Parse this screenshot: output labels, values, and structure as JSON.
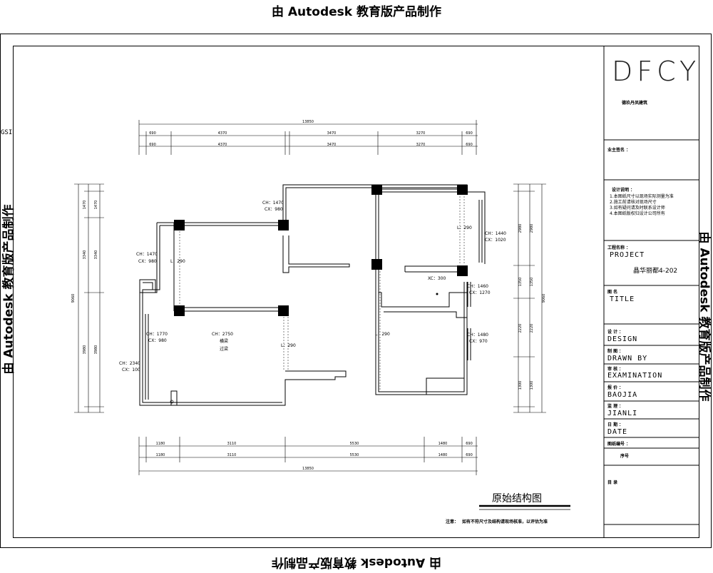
{
  "watermark": "由 Autodesk 教育版产品制作",
  "side_mark": "GSI",
  "title_block": {
    "logo": "DFCY",
    "company": "德玖丹凤建筑",
    "client_label": "业主签名 ：",
    "notes_label": "设计说明 ：",
    "notes_lines": [
      "1.本图纸尺寸以现场实际测量为准",
      "2.施工前请核对现场尺寸",
      "3.如有疑问请及时联系设计师",
      "4.本图纸版权归设计公司所有"
    ],
    "project_cn": "工程名称 ：",
    "project_en": "PROJECT",
    "project_value": "晶华丽都4-202",
    "title_cn": "图 名",
    "title_en": "TITLE",
    "design_cn": "设 计 ：",
    "design_en": "DESIGN",
    "drawn_cn": "制 图 ：",
    "drawn_en": "DRAWN BY",
    "exam_cn": "审 核 ：",
    "exam_en": "EXAMINATION",
    "baojia_cn": "报 价 ：",
    "baojia_en": "BAOJIA",
    "jianli_cn": "监 理 ：",
    "jianli_en": "JIANLI",
    "date_cn": "日 期 ：",
    "date_en": "DATE",
    "drawing_no_cn": "图纸编号 ：",
    "seq_cn": "序号",
    "catalog_cn": "目 录"
  },
  "drawing_title": "原始结构图",
  "note_label": "注意：",
  "note_text": "如有不符尺寸及结构请现场核准，以评估为准",
  "labels": {
    "ch_1470_a": "CH：1470",
    "cx_980_a": "CX：980",
    "ch_1470_b": "CH：1470",
    "cx_980_b": "CX：980",
    "ch_1770": "CH：1770",
    "cx_980_c": "CX：980",
    "ch_2340": "CH：2340",
    "cx_100": "CX：100",
    "ch_2750": "CH：2750",
    "beam1": "横梁",
    "beam2": "过梁",
    "l_290_a": "L：290",
    "l_290_b": "L：290",
    "l_290_c": "L：290",
    "l_290_d": "L：290",
    "ch_1440": "CH：1440",
    "cx_1020": "CX：1020",
    "ch_1460": "CH：1460",
    "cx_1270": "CX：1270",
    "ch_1480": "CH：1480",
    "cx_970": "CX：970",
    "xc_300": "XC：300"
  },
  "dims": {
    "top_total": "13850",
    "top_row": [
      "690",
      "4370",
      "3470",
      "3270",
      "690"
    ],
    "bottom_total": "13850",
    "bottom_row1": [
      "1180",
      "3110",
      "5530",
      "1480",
      "690"
    ],
    "bottom_row2": [
      "1180",
      "3110",
      "5530",
      "1480",
      "690"
    ],
    "left_total": "9060",
    "left_row": [
      "1470",
      "3340",
      "3980"
    ],
    "right_total": "9060",
    "right_row": [
      "2980",
      "1350",
      "2220",
      "1300"
    ]
  },
  "colors": {
    "line": "#000000",
    "bg": "#ffffff"
  }
}
